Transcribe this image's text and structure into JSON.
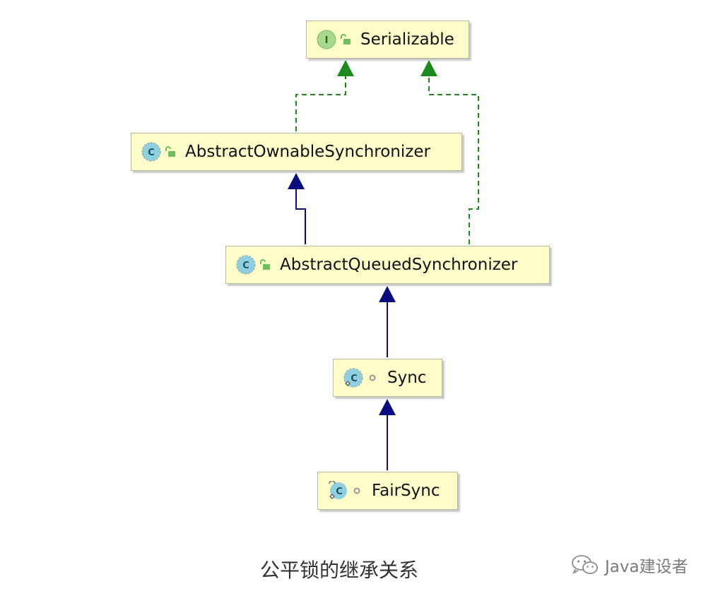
{
  "diagram": {
    "nodes": [
      {
        "id": "serializable",
        "label": "Serializable",
        "kind": "interface",
        "kind_letter": "I",
        "visibility": "public"
      },
      {
        "id": "aos",
        "label": "AbstractOwnableSynchronizer",
        "kind": "abstract-class",
        "kind_letter": "C",
        "visibility": "public"
      },
      {
        "id": "aqs",
        "label": "AbstractQueuedSynchronizer",
        "kind": "abstract-class",
        "kind_letter": "C",
        "visibility": "public"
      },
      {
        "id": "sync",
        "label": "Sync",
        "kind": "static-abstract-class",
        "kind_letter": "C",
        "visibility": "package-private"
      },
      {
        "id": "fairsync",
        "label": "FairSync",
        "kind": "static-final-class",
        "kind_letter": "C",
        "visibility": "package-private"
      }
    ],
    "edges": [
      {
        "from": "aos",
        "to": "serializable",
        "type": "implements"
      },
      {
        "from": "aqs",
        "to": "serializable",
        "type": "implements"
      },
      {
        "from": "aqs",
        "to": "aos",
        "type": "extends"
      },
      {
        "from": "sync",
        "to": "aqs",
        "type": "extends"
      },
      {
        "from": "fairsync",
        "to": "sync",
        "type": "extends"
      }
    ],
    "colors": {
      "node_fill": "#fefcc8",
      "node_border": "#b8b89a",
      "extends_edge": "#0b0b80",
      "implements_edge": "#1c8a1c",
      "interface_badge": "#a6d98b",
      "class_badge": "#8fd0e0",
      "public_lock": "#6dbf5c"
    }
  },
  "caption": "公平锁的继承关系",
  "watermark": {
    "text": "Java建设者",
    "icon": "wechat-icon"
  }
}
